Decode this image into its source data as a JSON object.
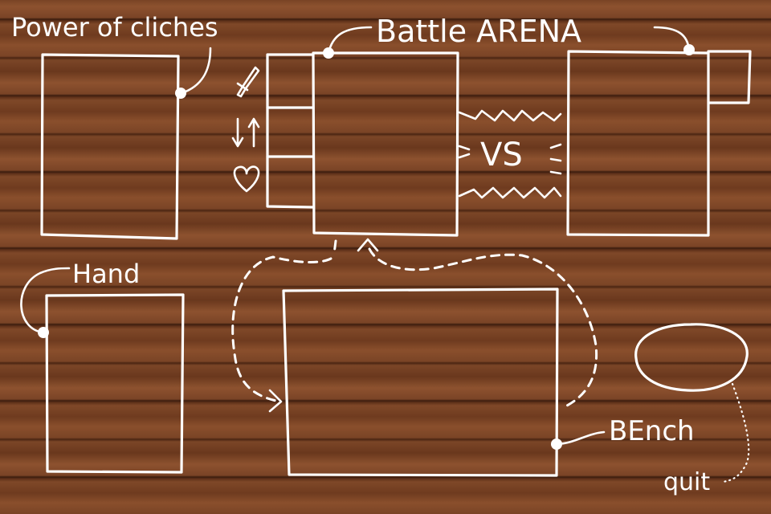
{
  "labels": {
    "power": "Power of cliches",
    "arena": "Battle ARENA",
    "hand": "Hand",
    "bench": "BEnch",
    "quit": "quit",
    "vs": "VS"
  },
  "stats": {
    "attack_icon": "sword-icon",
    "swap_icon": "swap-arrows-icon",
    "health_icon": "heart-icon"
  },
  "colors": {
    "chalk": "#ffffff",
    "wood": "#7a4426"
  }
}
